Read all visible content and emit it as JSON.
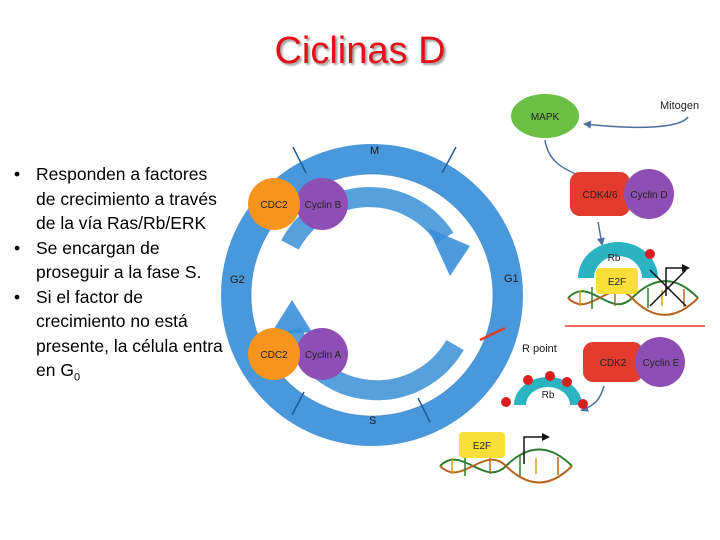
{
  "title": "Ciclinas D",
  "bullets": [
    {
      "text": "Responden a factores de crecimiento a través de la vía Ras/Rb/ERK"
    },
    {
      "text": "Se encargan de proseguir a la fase S."
    },
    {
      "text": "Si el factor de crecimiento no está presente, la célula entra en G",
      "sub": "0"
    }
  ],
  "diagram": {
    "phases": {
      "m": "M",
      "g2": "G2",
      "g1": "G1",
      "s": "S"
    },
    "complex_top": {
      "cdk": "CDC2",
      "cyclin": "Cyclin B"
    },
    "complex_bottom": {
      "cdk": "CDC2",
      "cyclin": "Cyclin A"
    },
    "mapk": "MAPK",
    "mitogen": "Mitogen",
    "cdk46": "CDK4/6",
    "cyclin_d": "Cyclin D",
    "rb_top": "Rb",
    "e2f_top": "E2F",
    "r_point": "R point",
    "cdk2": "CDK2",
    "cyclin_e": "Cyclin E",
    "rb_bottom": "Rb",
    "e2f_bottom": "E2F"
  },
  "colors": {
    "title": "#e3101a",
    "ring": "#3a8fd8",
    "cdk_orange": "#f7941d",
    "cyclin_purple": "#8e4fb4",
    "mapk_green": "#6bbf45",
    "red_box": "#e33b2e",
    "e2f_yellow": "#f9df3a",
    "rb_teal": "#2bb3c2",
    "phosphate": "#d81e1e"
  }
}
